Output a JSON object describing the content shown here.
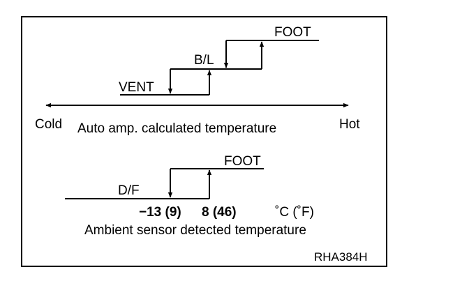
{
  "top_diagram": {
    "modes": {
      "vent": "VENT",
      "bl": "B/L",
      "foot": "FOOT"
    },
    "axis": {
      "cold": "Cold",
      "hot": "Hot",
      "caption": "Auto amp. calculated temperature"
    }
  },
  "bottom_diagram": {
    "modes": {
      "df": "D/F",
      "foot": "FOOT"
    },
    "thresholds": {
      "low": "−13 (9)",
      "high": "8 (46)",
      "unit": "˚C (˚F)"
    },
    "caption": "Ambient sensor detected temperature"
  },
  "figure_code": "RHA384H"
}
